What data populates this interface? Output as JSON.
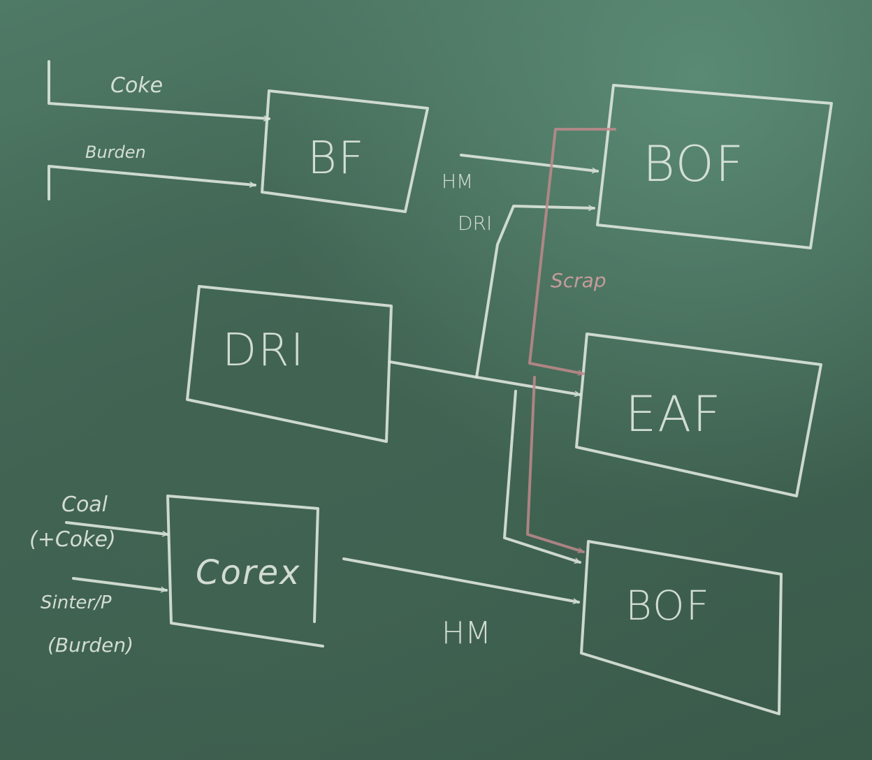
{
  "diagram": {
    "nodes": {
      "bf": "BF",
      "bof_top": "BOF",
      "dri": "DRI",
      "eaf": "EAF",
      "corex": "Corex",
      "bof_bottom": "BOF"
    },
    "labels": {
      "coke": "Coke",
      "burden": "Burden",
      "hm_top": "HM",
      "dri_small": "DRI",
      "scrap": "Scrap",
      "coal": "Coal",
      "plus_coke": "(+Coke)",
      "sinter_p": "Sinter/P",
      "burden_paren": "(Burden)",
      "hm_bottom": "HM"
    }
  },
  "colors": {
    "chalk": "#dde6dc",
    "red_chalk": "#c08a8c",
    "board": "#416453"
  }
}
